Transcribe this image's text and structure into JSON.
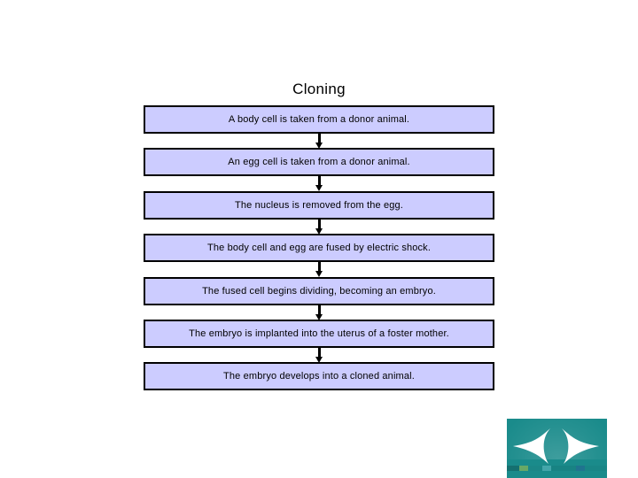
{
  "slide": {
    "title": "Cloning",
    "background_color": "#FFFFFF"
  },
  "flowchart": {
    "box_fill_color": "#CCCCFF",
    "box_border_color": "#000000",
    "connector_color": "#000000",
    "steps": [
      {
        "label": "A body cell is taken from a donor animal."
      },
      {
        "label": "An egg cell is taken from a donor animal."
      },
      {
        "label": "The nucleus is removed from the egg."
      },
      {
        "label": "The body cell and egg are fused by electric shock."
      },
      {
        "label": "The fused cell begins dividing, becoming an embryo."
      },
      {
        "label": "The embryo is implanted into the uterus of a foster mother."
      },
      {
        "label": "The embryo develops into a cloned animal."
      }
    ]
  },
  "nav_widget": {
    "background_color": "#1A8B8B",
    "arrow_color": "#FFFFFF",
    "prev_icon": "arrow-left-icon",
    "next_icon": "arrow-right-icon"
  }
}
